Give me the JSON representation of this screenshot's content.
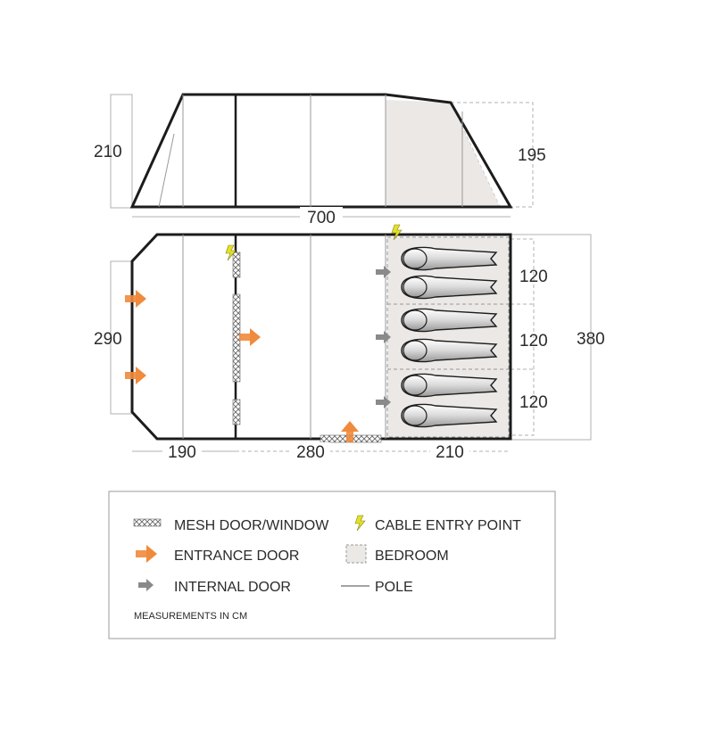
{
  "side_view": {
    "height_left": "210",
    "height_right": "195"
  },
  "floor_plan": {
    "total_length": "700",
    "width": "290",
    "bedroom_depth": "380",
    "bedroom_widths": [
      "120",
      "120",
      "120"
    ],
    "sections": [
      "190",
      "280",
      "210"
    ]
  },
  "legend": {
    "items": [
      {
        "icon": "mesh-icon",
        "label": "MESH DOOR/WINDOW"
      },
      {
        "icon": "lightning-icon",
        "label": "CABLE ENTRY POINT"
      },
      {
        "icon": "orange-arrow-icon",
        "label": "ENTRANCE DOOR"
      },
      {
        "icon": "bedroom-square-icon",
        "label": "BEDROOM"
      },
      {
        "icon": "grey-arrow-icon",
        "label": "INTERNAL DOOR"
      },
      {
        "icon": "pole-line-icon",
        "label": "POLE"
      }
    ],
    "note": "MEASUREMENTS IN CM"
  },
  "colors": {
    "outline": "#1c1c1c",
    "pole": "#9a9a9a",
    "dim_line": "#b0b0b0",
    "bedroom_fill": "#ebe8e6",
    "entrance_arrow": "#f08a3c",
    "internal_arrow": "#8a8a8a",
    "cable_bolt": "#e3e02a"
  }
}
